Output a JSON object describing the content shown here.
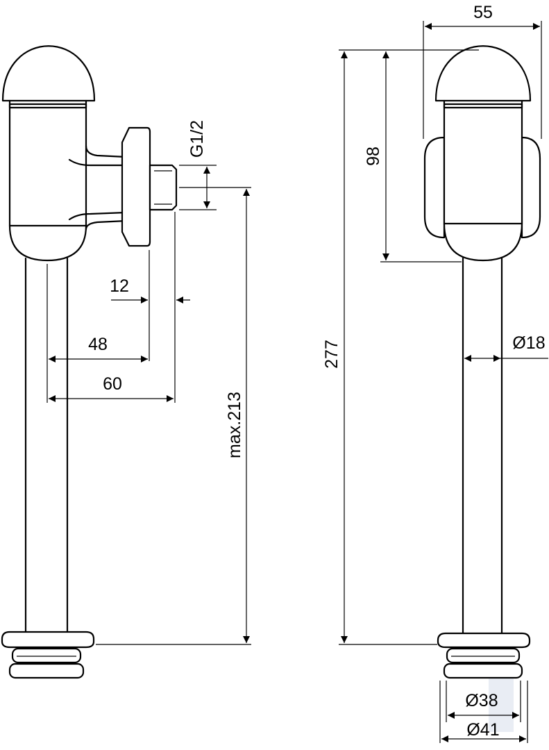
{
  "dimensions": {
    "dim_55": "55",
    "dim_g12": "G1/2",
    "dim_98": "98",
    "dim_277": "277",
    "dim_12": "12",
    "dim_48": "48",
    "dim_60": "60",
    "dim_max213": "max.213",
    "dim_d18": "Ø18",
    "dim_d38": "Ø38",
    "dim_d41": "Ø41"
  },
  "colors": {
    "line": "#000000",
    "background": "#ffffff",
    "watermark": "#dfe6f0"
  }
}
